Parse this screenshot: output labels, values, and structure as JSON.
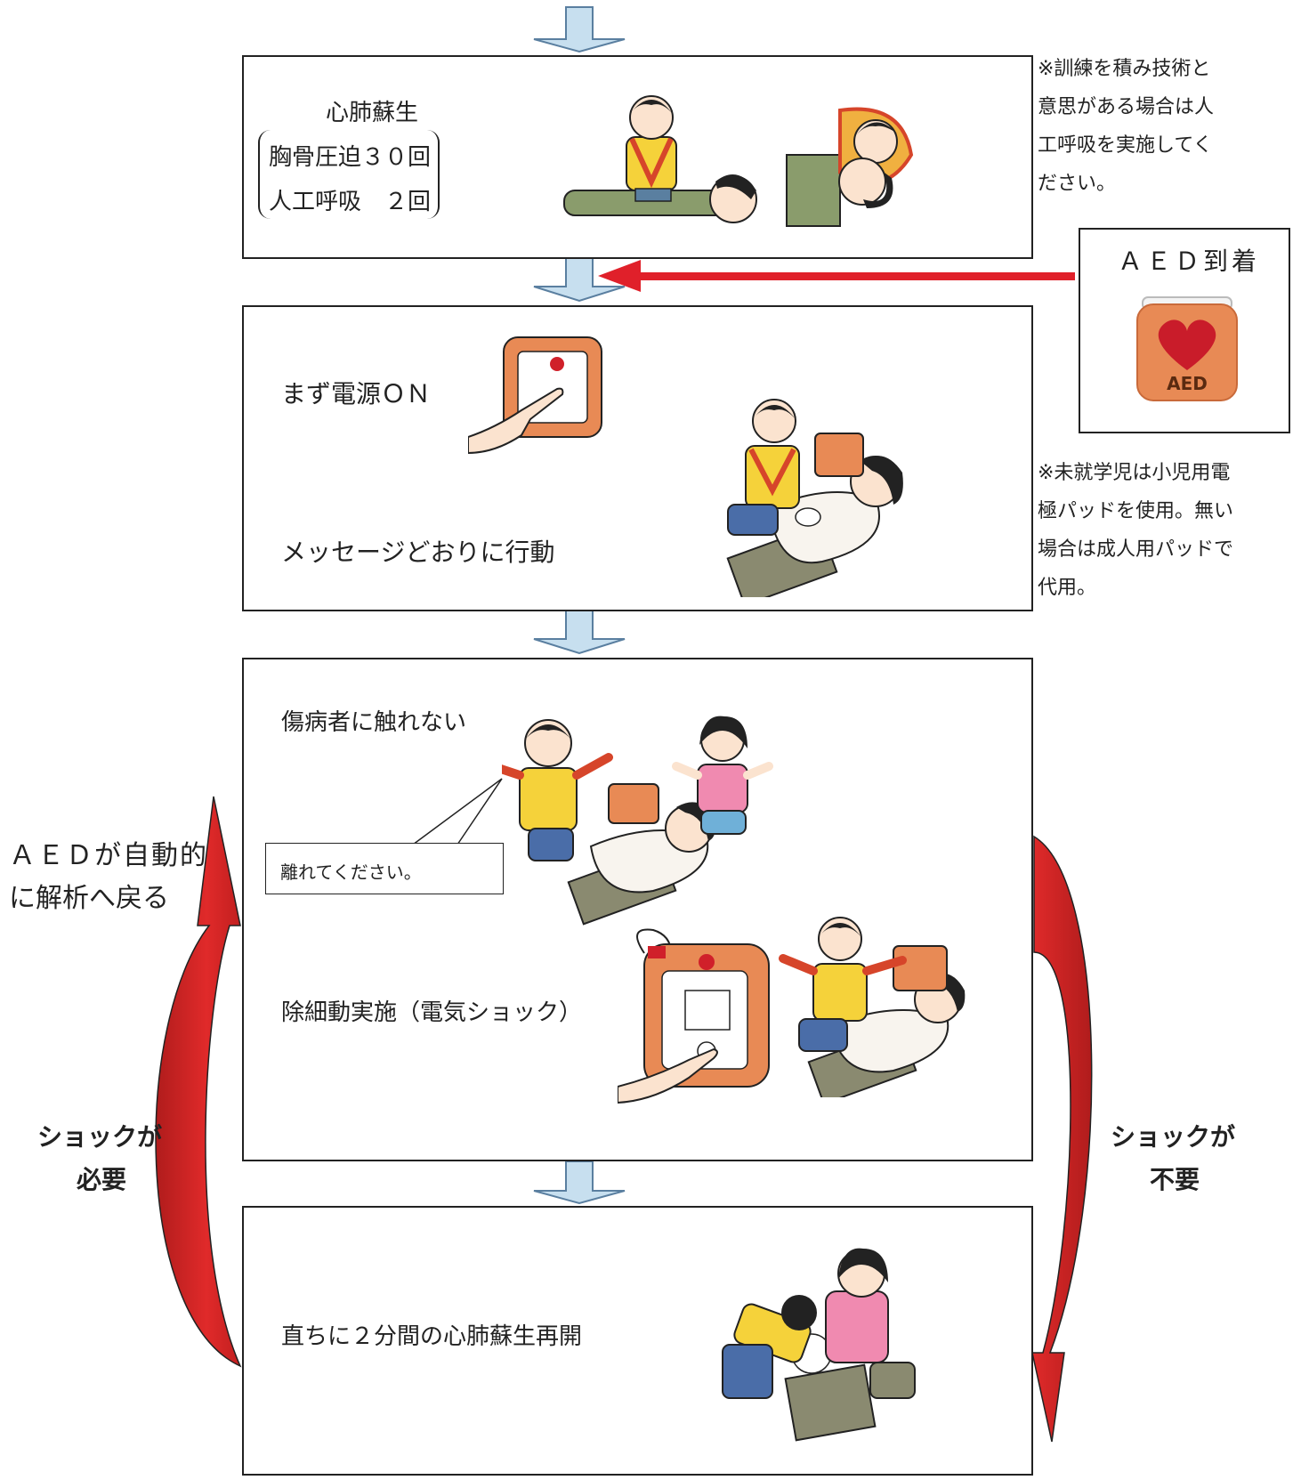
{
  "step1": {
    "title": "心肺蘇生",
    "line1": "胸骨圧迫３０回",
    "line2": "人工呼吸　２回"
  },
  "note_breathing": [
    "※訓練を積み技術と",
    "意思がある場合は人",
    "工呼吸を実施してく",
    "ださい。"
  ],
  "aed_arrival": {
    "label": "ＡＥＤ到着",
    "device_text": "AED"
  },
  "step2": {
    "power_on": "まず電源ＯＮ",
    "follow": "メッセージどおりに行動"
  },
  "note_child": [
    "※未就学児は小児用電",
    "極パッドを使用。無い",
    "場合は成人用パッドで",
    "代用。"
  ],
  "step3": {
    "no_touch": "傷病者に触れない",
    "speech": "離れてください。",
    "shock": "除細動実施（電気ショック）"
  },
  "step4": {
    "resume": "直ちに２分間の心肺蘇生再開"
  },
  "left_loop": {
    "line1": "ＡＥＤが自動的",
    "line2": "に解析へ戻る",
    "need1": "ショックが",
    "need2": "必要"
  },
  "right_loop": {
    "line1": "ショックが",
    "line2": "不要"
  },
  "colors": {
    "flow_arrow": "#c7dfef",
    "flow_arrow_edge": "#5a7fa0",
    "red_arrow": "#e0202a",
    "curve_red": "#d42a2a",
    "aed_orange": "#e88a55"
  }
}
